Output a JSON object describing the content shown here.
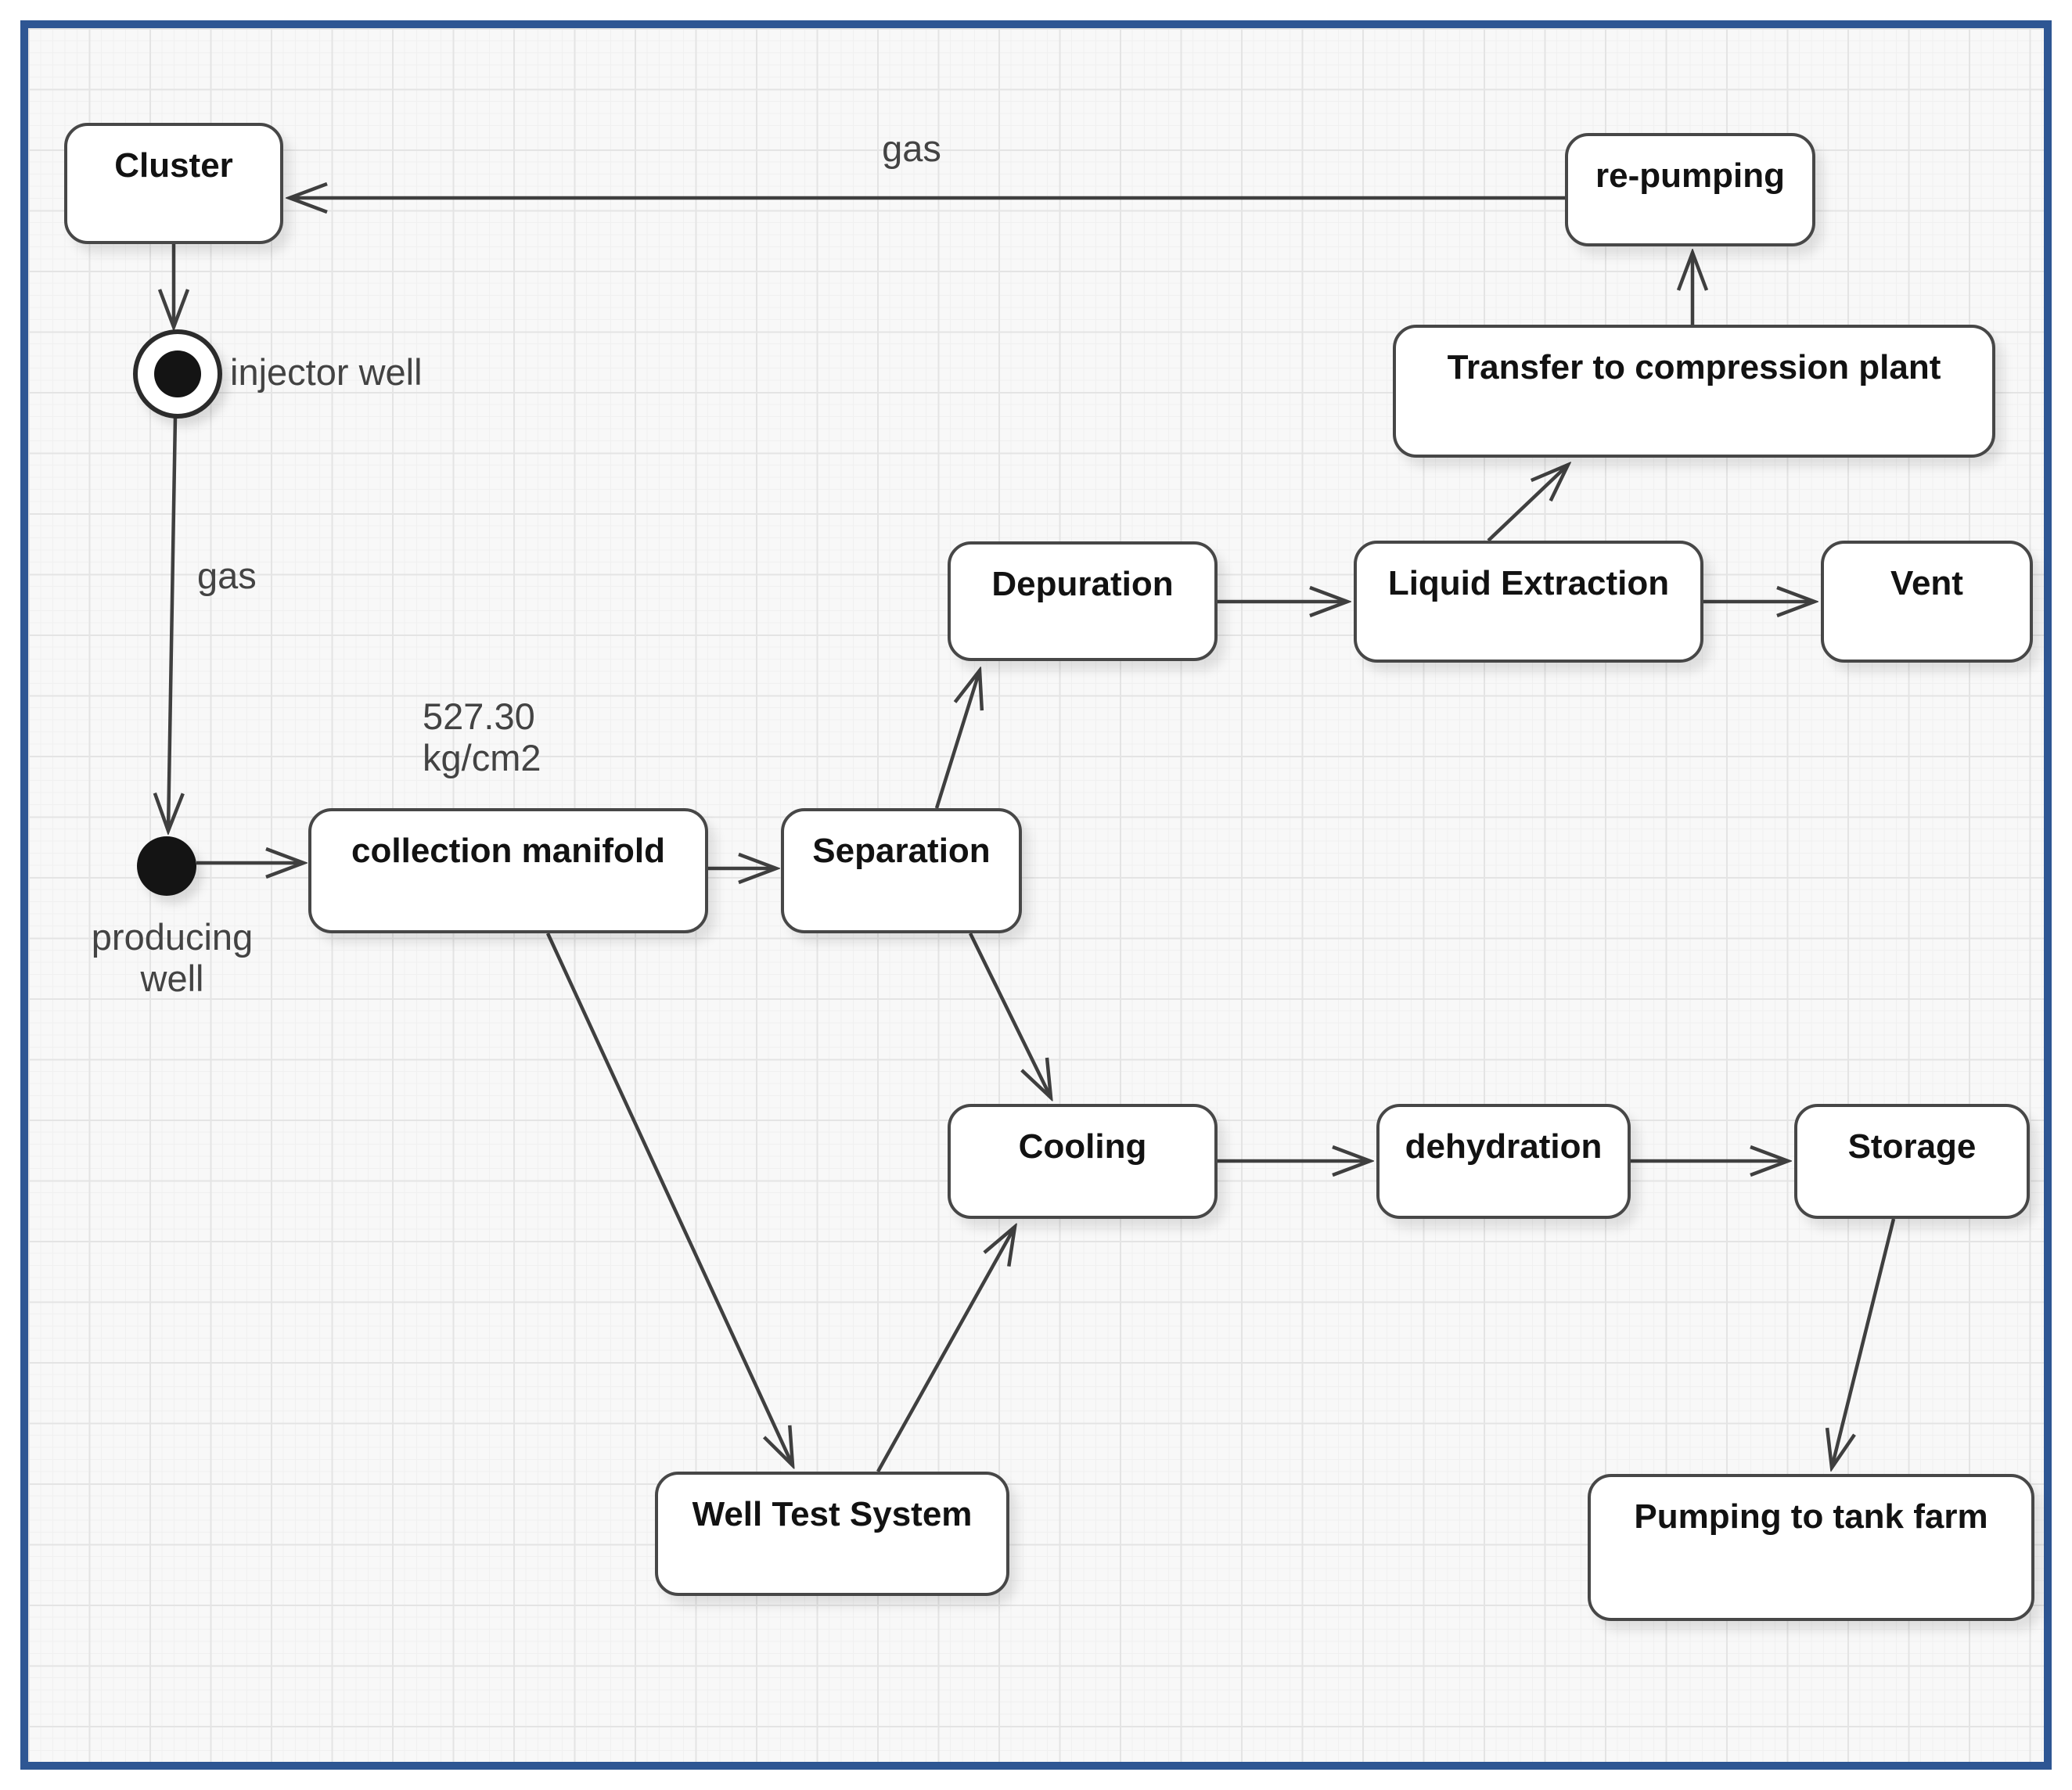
{
  "diagram": {
    "type": "process-flow-state-diagram",
    "colors": {
      "frame_border": "#2e5693",
      "node_border": "#474747",
      "edge": "#3f3f3f",
      "node_text": "#121212",
      "annotation_text": "#434343",
      "canvas": "#f8f8f8"
    },
    "nodes": {
      "cluster": {
        "label": "Cluster"
      },
      "re_pumping": {
        "label": "re-pumping"
      },
      "transfer": {
        "label": "Transfer to compression plant"
      },
      "depuration": {
        "label": "Depuration"
      },
      "liquid_extraction": {
        "label": "Liquid Extraction"
      },
      "vent": {
        "label": "Vent"
      },
      "collection_manifold": {
        "label": "collection manifold"
      },
      "separation": {
        "label": "Separation"
      },
      "cooling": {
        "label": "Cooling"
      },
      "dehydration": {
        "label": "dehydration"
      },
      "storage": {
        "label": "Storage"
      },
      "well_test_system": {
        "label": "Well Test System"
      },
      "pumping_tank_farm": {
        "label": "Pumping to tank farm"
      }
    },
    "markers": {
      "injector_well": {
        "label": "injector well",
        "shape": "ring-with-filled-dot"
      },
      "producing_well": {
        "label": "producing\nwell",
        "shape": "filled-dot"
      }
    },
    "edge_labels": {
      "gas_top": "gas",
      "gas_left": "gas",
      "pressure": "527.30\nkg/cm2"
    },
    "edges": [
      {
        "from": "re-pumping",
        "to": "Cluster",
        "label": "gas"
      },
      {
        "from": "Cluster",
        "to": "injector well"
      },
      {
        "from": "injector well",
        "to": "producing well",
        "label": "gas"
      },
      {
        "from": "producing well",
        "to": "collection manifold",
        "label": "527.30 kg/cm2"
      },
      {
        "from": "collection manifold",
        "to": "Separation"
      },
      {
        "from": "Separation",
        "to": "Depuration"
      },
      {
        "from": "Depuration",
        "to": "Liquid Extraction"
      },
      {
        "from": "Liquid Extraction",
        "to": "Vent"
      },
      {
        "from": "Liquid Extraction",
        "to": "Transfer to compression plant"
      },
      {
        "from": "Transfer to compression plant",
        "to": "re-pumping"
      },
      {
        "from": "Separation",
        "to": "Cooling"
      },
      {
        "from": "Cooling",
        "to": "dehydration"
      },
      {
        "from": "dehydration",
        "to": "Storage"
      },
      {
        "from": "Storage",
        "to": "Pumping to tank farm"
      },
      {
        "from": "collection manifold",
        "to": "Well Test System"
      },
      {
        "from": "Well Test System",
        "to": "Cooling"
      }
    ]
  }
}
